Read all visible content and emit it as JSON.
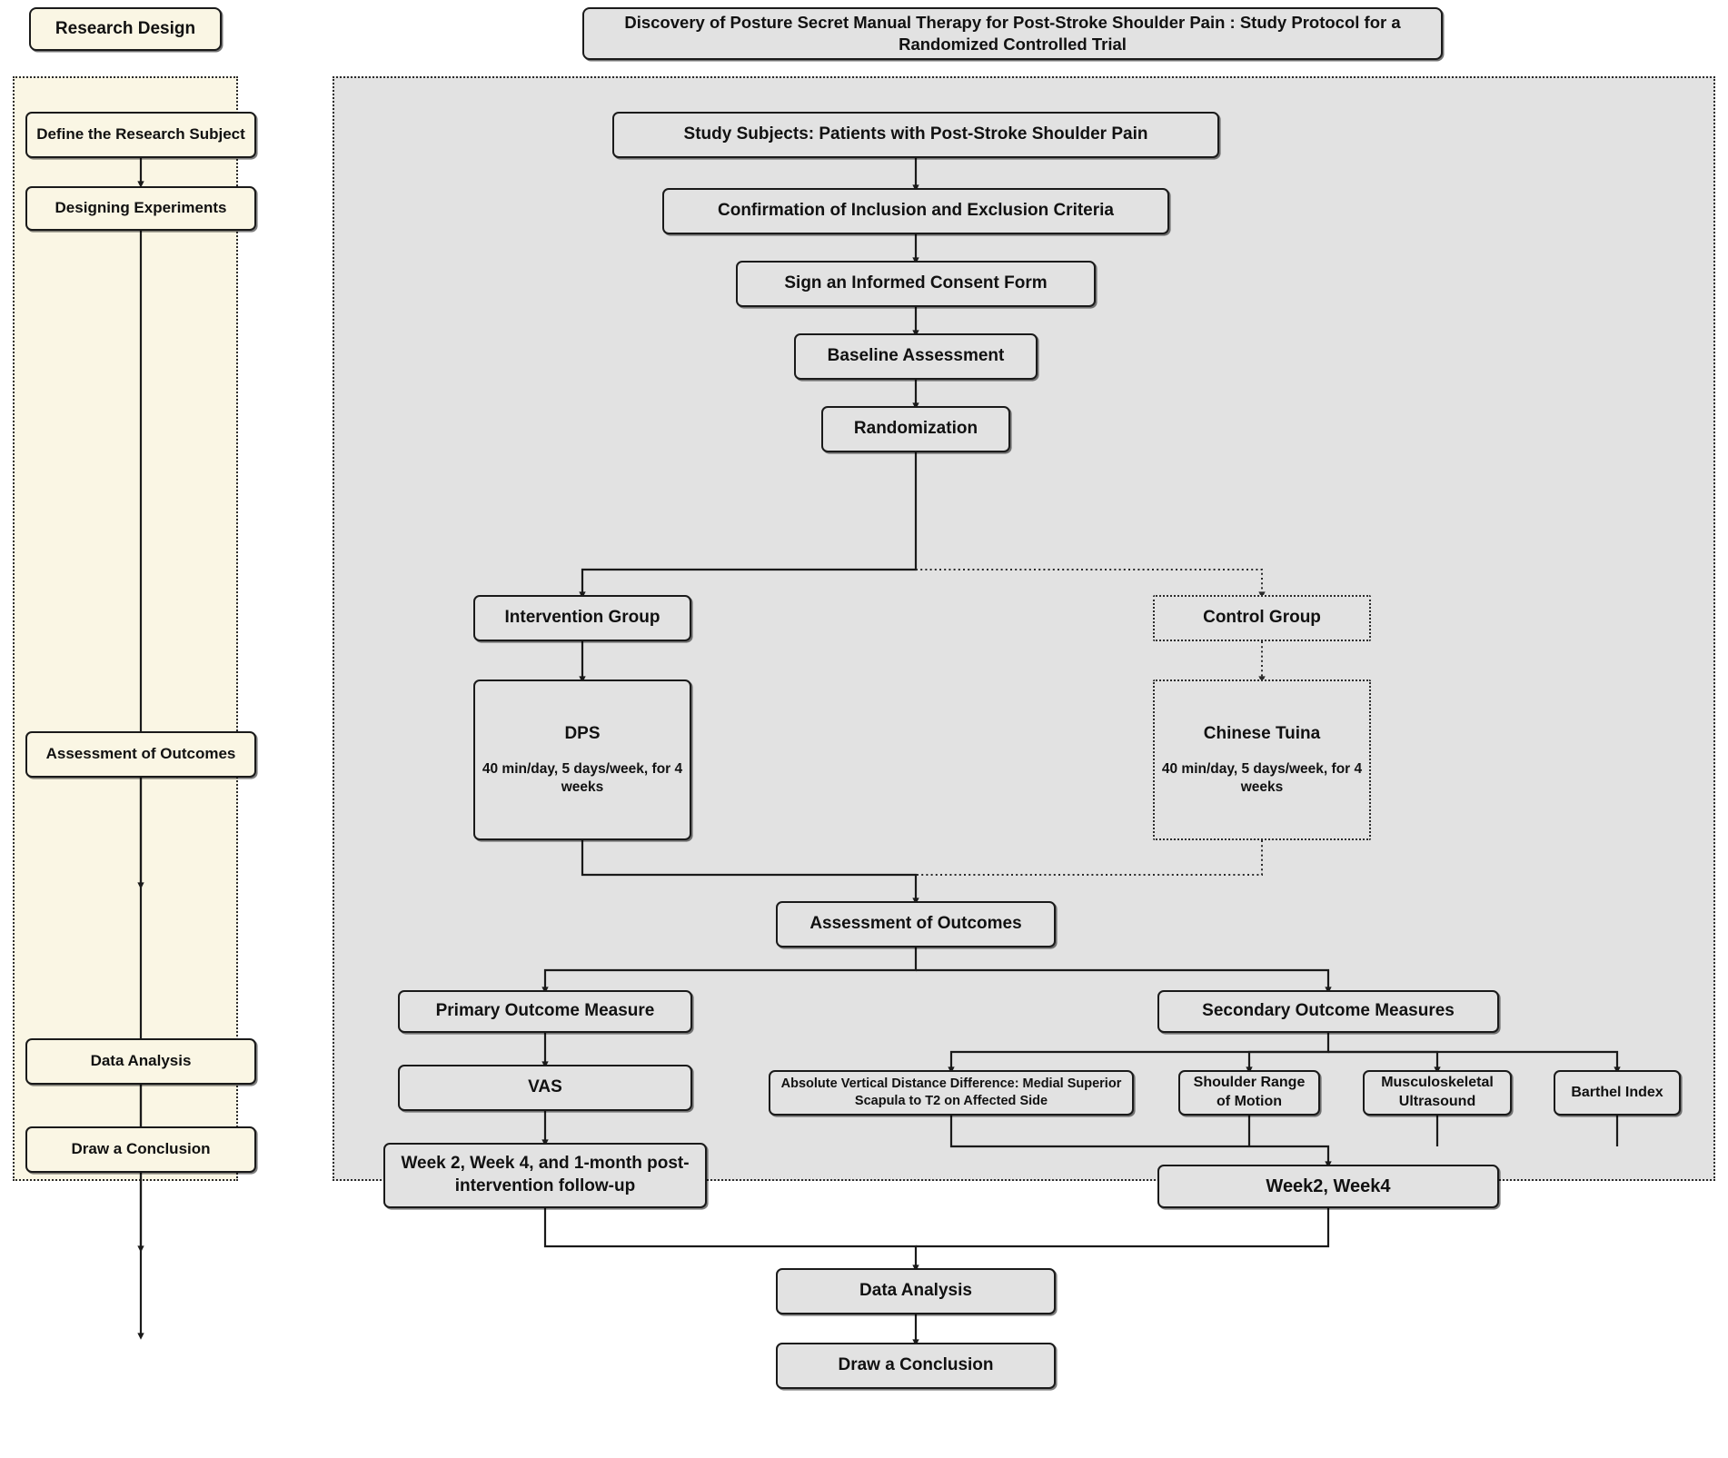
{
  "colors": {
    "sidebar_bg": "#faf6e4",
    "main_bg": "#e2e2e2",
    "border": "#1a1a1a",
    "text": "#111111"
  },
  "headers": {
    "sidebar_title": "Research Design",
    "study_title": "Discovery of Posture Secret Manual Therapy for Post-Stroke Shoulder Pain : Study Protocol for a Randomized Controlled Trial"
  },
  "sidebar": {
    "steps": [
      {
        "label": "Define the Research Subject"
      },
      {
        "label": "Designing Experiments"
      },
      {
        "label": "Assessment of Outcomes"
      },
      {
        "label": "Data Analysis"
      },
      {
        "label": "Draw a Conclusion"
      }
    ]
  },
  "flow": {
    "study_subjects": "Study Subjects: Patients with Post-Stroke Shoulder Pain",
    "criteria": "Confirmation of Inclusion and Exclusion Criteria",
    "consent": "Sign an Informed Consent Form",
    "baseline": "Baseline Assessment",
    "randomization": "Randomization",
    "intervention_group": "Intervention Group",
    "control_group": "Control Group",
    "dps_title": "DPS",
    "dps_detail": "40 min/day, 5 days/week, for 4 weeks",
    "tuina_title": "Chinese Tuina",
    "tuina_detail": "40 min/day, 5 days/week, for 4 weeks",
    "assessment_of_outcomes": "Assessment of Outcomes",
    "primary_outcome_measure": "Primary Outcome Measure",
    "vas": "VAS",
    "primary_timepoints": "Week 2, Week 4, and 1-month post-intervention follow-up",
    "secondary_outcome_measures": "Secondary Outcome Measures",
    "secondary_items": [
      "Absolute Vertical Distance Difference: Medial Superior Scapula to T2 on Affected Side",
      "Shoulder Range of Motion",
      "Musculoskeletal Ultrasound",
      "Barthel Index"
    ],
    "secondary_timepoints": "Week2, Week4",
    "data_analysis": "Data Analysis",
    "draw_conclusion": "Draw a Conclusion"
  }
}
